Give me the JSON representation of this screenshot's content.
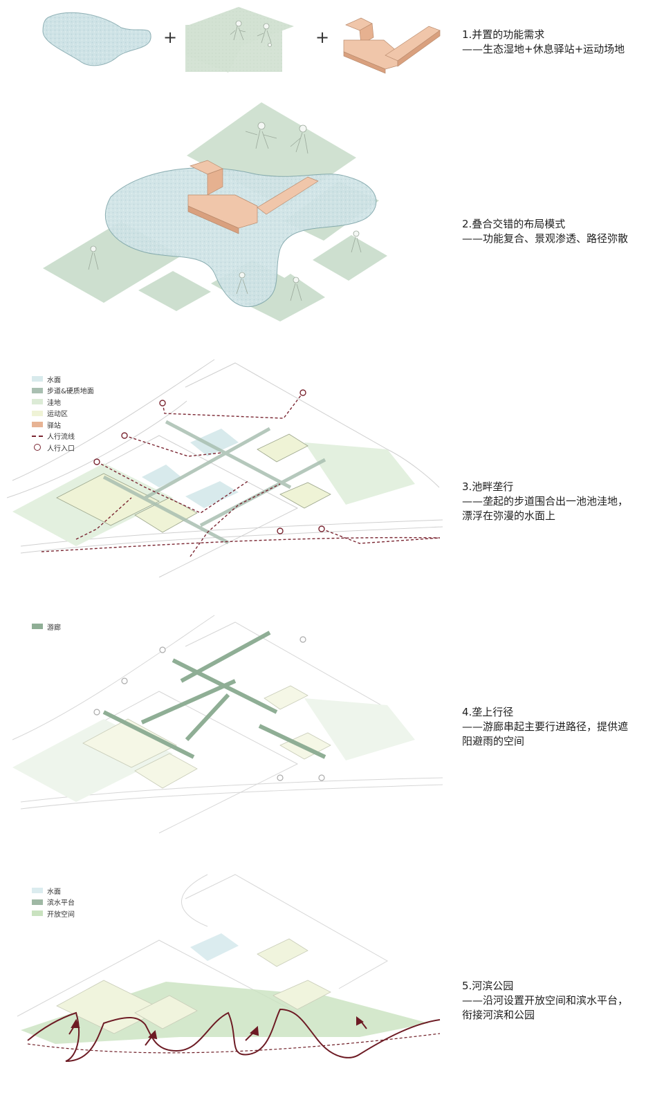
{
  "panel1": {
    "plus1": "+",
    "plus2": "+",
    "caption": [
      "1.并置的功能需求",
      "——生态湿地+休息驿站+运动场地"
    ]
  },
  "panel2": {
    "caption": [
      "2.叠合交错的布局模式",
      "——功能复合、景观渗透、路径弥散"
    ]
  },
  "panel3": {
    "legend": [
      {
        "label": "水面",
        "color": "#d8eaec"
      },
      {
        "label": "步道&硬质地面",
        "color": "#a9bfb1"
      },
      {
        "label": "洼地",
        "color": "#dcebd6"
      },
      {
        "label": "运动区",
        "color": "#eff3d6"
      },
      {
        "label": "驿站",
        "color": "#e7b394"
      },
      {
        "label": "人行流线",
        "type": "dash"
      },
      {
        "label": "人行入口",
        "type": "ring"
      }
    ],
    "caption": [
      "3.池畔垄行",
      "——垄起的步道围合出一池池洼地，",
      "漂浮在弥漫的水面上"
    ]
  },
  "panel4": {
    "legend": [
      {
        "label": "游廊",
        "color": "#8fae95"
      }
    ],
    "caption": [
      "4.垄上行径",
      "——游廊串起主要行进路径，提供遮",
      "阳避雨的空间"
    ]
  },
  "panel5": {
    "legend": [
      {
        "label": "水面",
        "color": "#dbecef"
      },
      {
        "label": "滨水平台",
        "color": "#9fb8a4"
      },
      {
        "label": "开放空间",
        "color": "#c9e2bf"
      }
    ],
    "caption": [
      "5.河滨公园",
      "——沿河设置开放空间和滨水平台，",
      "衔接河滨和公园"
    ]
  },
  "colors": {
    "water": "#cfe3e6",
    "field": "#cfe0cf",
    "station": "#e9b89a",
    "path": "#7a2531",
    "line": "#bdbdbd"
  }
}
